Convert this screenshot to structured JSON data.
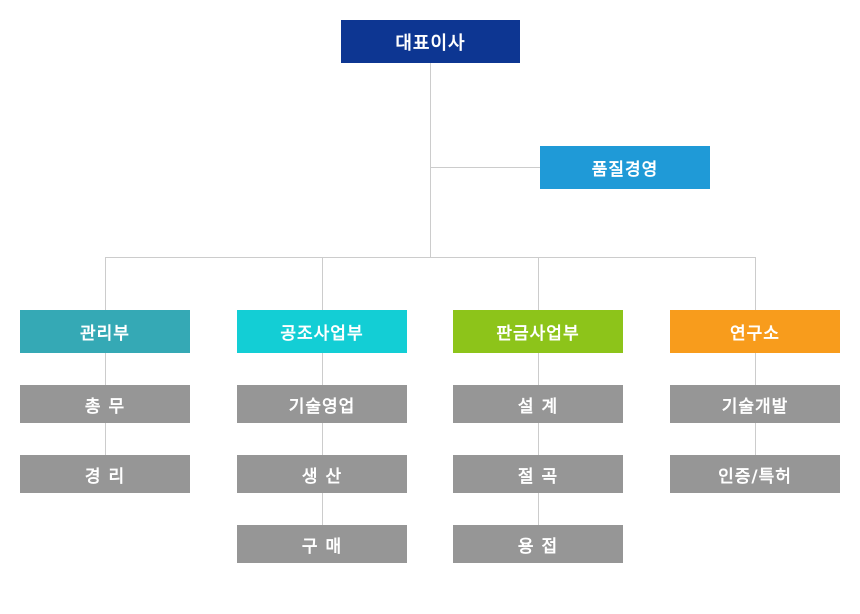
{
  "org_chart": {
    "root": {
      "label": "대표이사",
      "color": "#0d3692"
    },
    "staff": {
      "label": "품질경영",
      "color": "#1f9ad7"
    },
    "departments": [
      {
        "label": "관리부",
        "color": "#35a9b5",
        "children": [
          {
            "label": "총 무"
          },
          {
            "label": "경 리"
          }
        ]
      },
      {
        "label": "공조사업부",
        "color": "#13ced5",
        "children": [
          {
            "label": "기술영업"
          },
          {
            "label": "생 산"
          },
          {
            "label": "구 매"
          }
        ]
      },
      {
        "label": "판금사업부",
        "color": "#8dc41a",
        "children": [
          {
            "label": "설 계"
          },
          {
            "label": "절 곡"
          },
          {
            "label": "용 접"
          }
        ]
      },
      {
        "label": "연구소",
        "color": "#f89c1c",
        "children": [
          {
            "label": "기술개발"
          },
          {
            "label": "인증/특허"
          }
        ]
      }
    ],
    "colors": {
      "child_box": "#969696",
      "connector": "#cccccc",
      "text": "#ffffff",
      "background": "#ffffff"
    }
  }
}
